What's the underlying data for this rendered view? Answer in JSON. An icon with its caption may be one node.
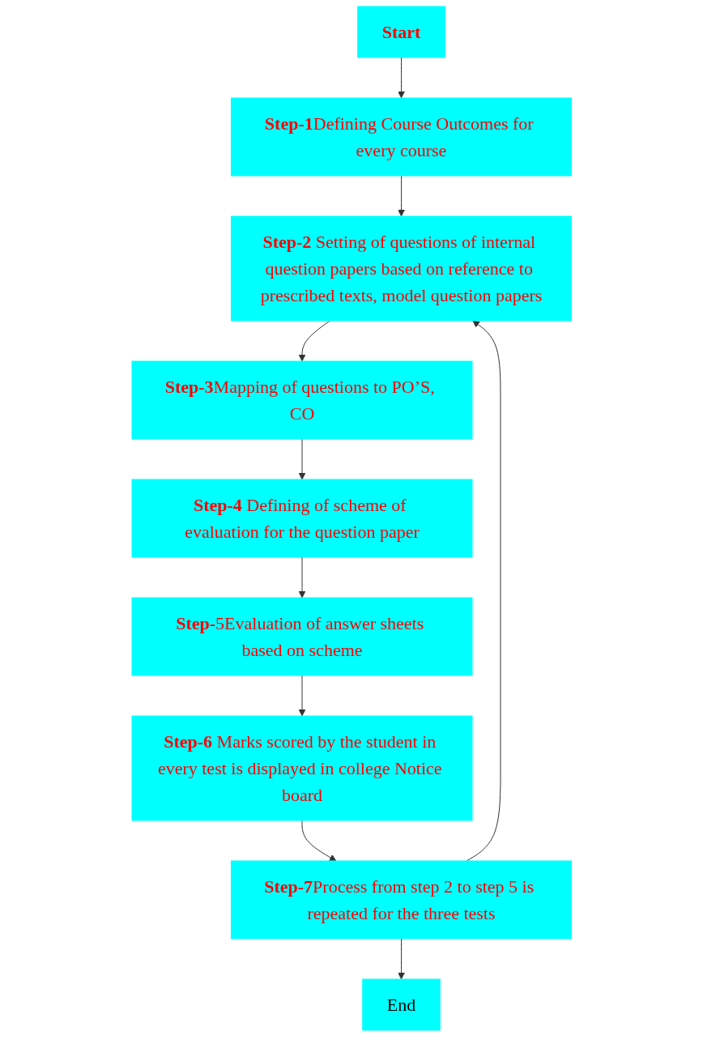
{
  "diagram": {
    "nodes": [
      {
        "text": [
          "Start"
        ]
      },
      {
        "text": [
          "**Step-1**Defining Course Outcomes for every course"
        ]
      },
      {
        "text": [
          "**Step-2** Setting of questions of internal question papers based on reference to prescribed texts, model question papers"
        ]
      },
      {
        "text": [
          "**Step-3**Mapping of questions to PO’S, CO"
        ]
      },
      {
        "text": [
          "**Step-4** Defining of scheme of evaluation for the question paper"
        ]
      },
      {
        "text": [
          "**Step-**5Evaluation of answer sheets based on scheme"
        ]
      },
      {
        "text": [
          "**Step-6** Marks scored by the student in every test is displayed in college Notice board"
        ]
      },
      {
        "text": [
          "**Step-7**Process from step 2 to step 5 is repeated for the three tests"
        ]
      },
      {
        "text": [
          "End"
        ]
      }
    ],
    "edges": [
      {
        "from": 0,
        "to": 1,
        "arrow": "to"
      },
      {
        "from": 1,
        "to": 2,
        "arrow": "to"
      },
      {
        "from": 2,
        "to": 3,
        "arrow": "to"
      },
      {
        "from": 3,
        "to": 4,
        "arrow": "to"
      },
      {
        "from": 4,
        "to": 5,
        "arrow": "to"
      },
      {
        "from": 5,
        "to": 6,
        "arrow": "to"
      },
      {
        "from": 6,
        "to": 7,
        "arrow": "to"
      },
      {
        "from": 7,
        "to": 8,
        "arrow": "to"
      },
      {
        "from": 7,
        "to": 2,
        "arrow": "to"
      }
    ]
  }
}
